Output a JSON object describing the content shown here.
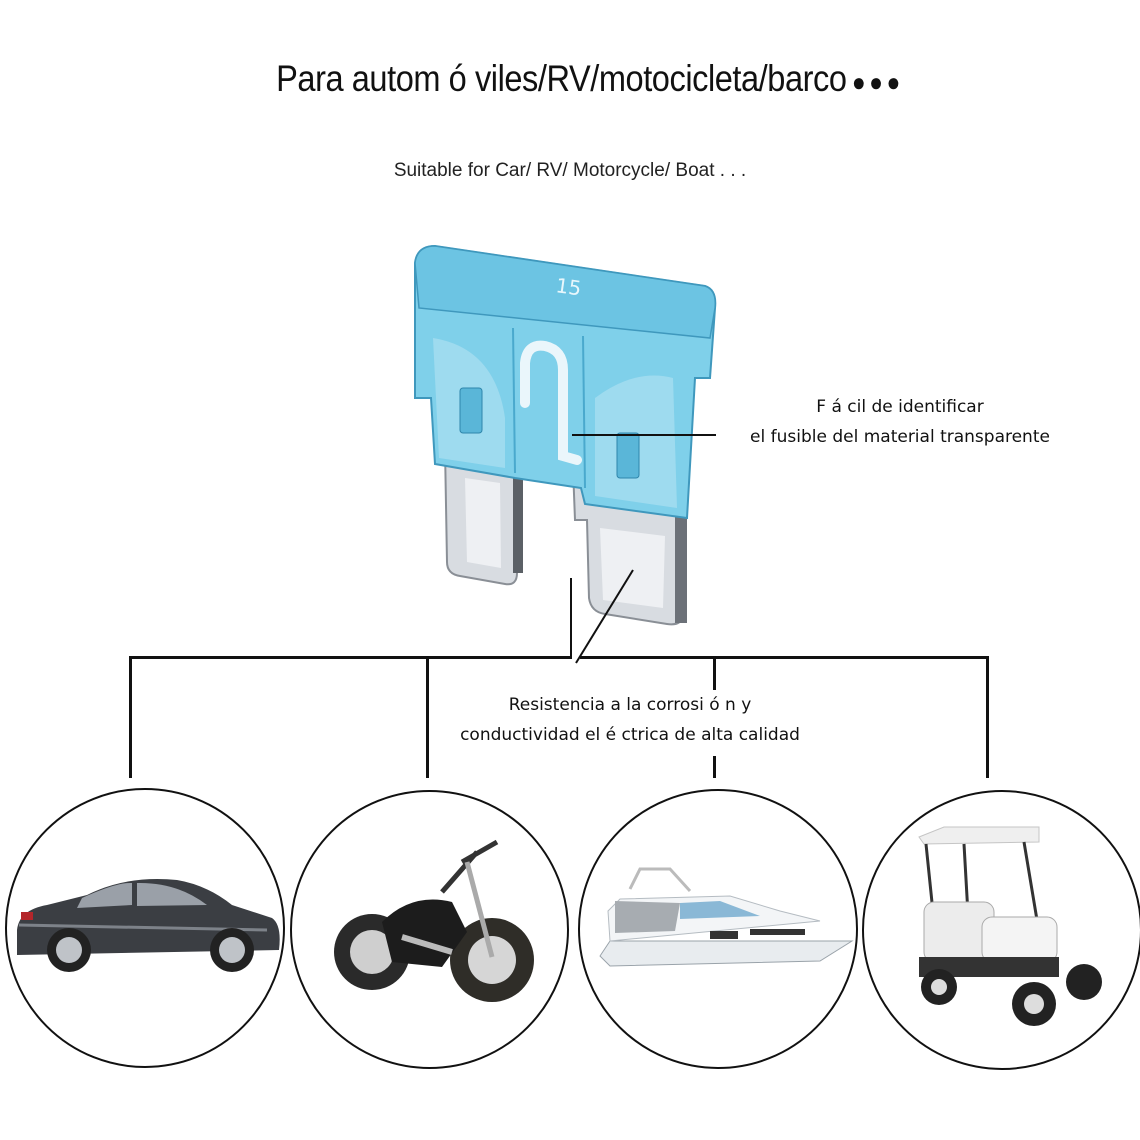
{
  "header": {
    "title": "Para autom ó viles/RV/motocicleta/barco",
    "title_dots": "●●●",
    "subtitle": "Suitable for Car/ RV/ Motorcycle/ Boat . . ."
  },
  "product": {
    "name": "blade fuse",
    "rating_label": "15",
    "body_color": "#7dcde8",
    "terminal_color": "#d9dde2"
  },
  "callouts": {
    "transparent": {
      "line1": "F á cil de identificar",
      "line2": "el fusible del material transparente"
    },
    "corrosion": {
      "line1": "Resistencia a la corrosi ó n y",
      "line2": "conductividad el é ctrica de alta calidad"
    }
  },
  "applications": [
    {
      "label": "car",
      "icon": "car-icon"
    },
    {
      "label": "motorcycle",
      "icon": "motorcycle-icon"
    },
    {
      "label": "boat",
      "icon": "boat-icon"
    },
    {
      "label": "golf cart",
      "icon": "golf-cart-icon"
    }
  ]
}
